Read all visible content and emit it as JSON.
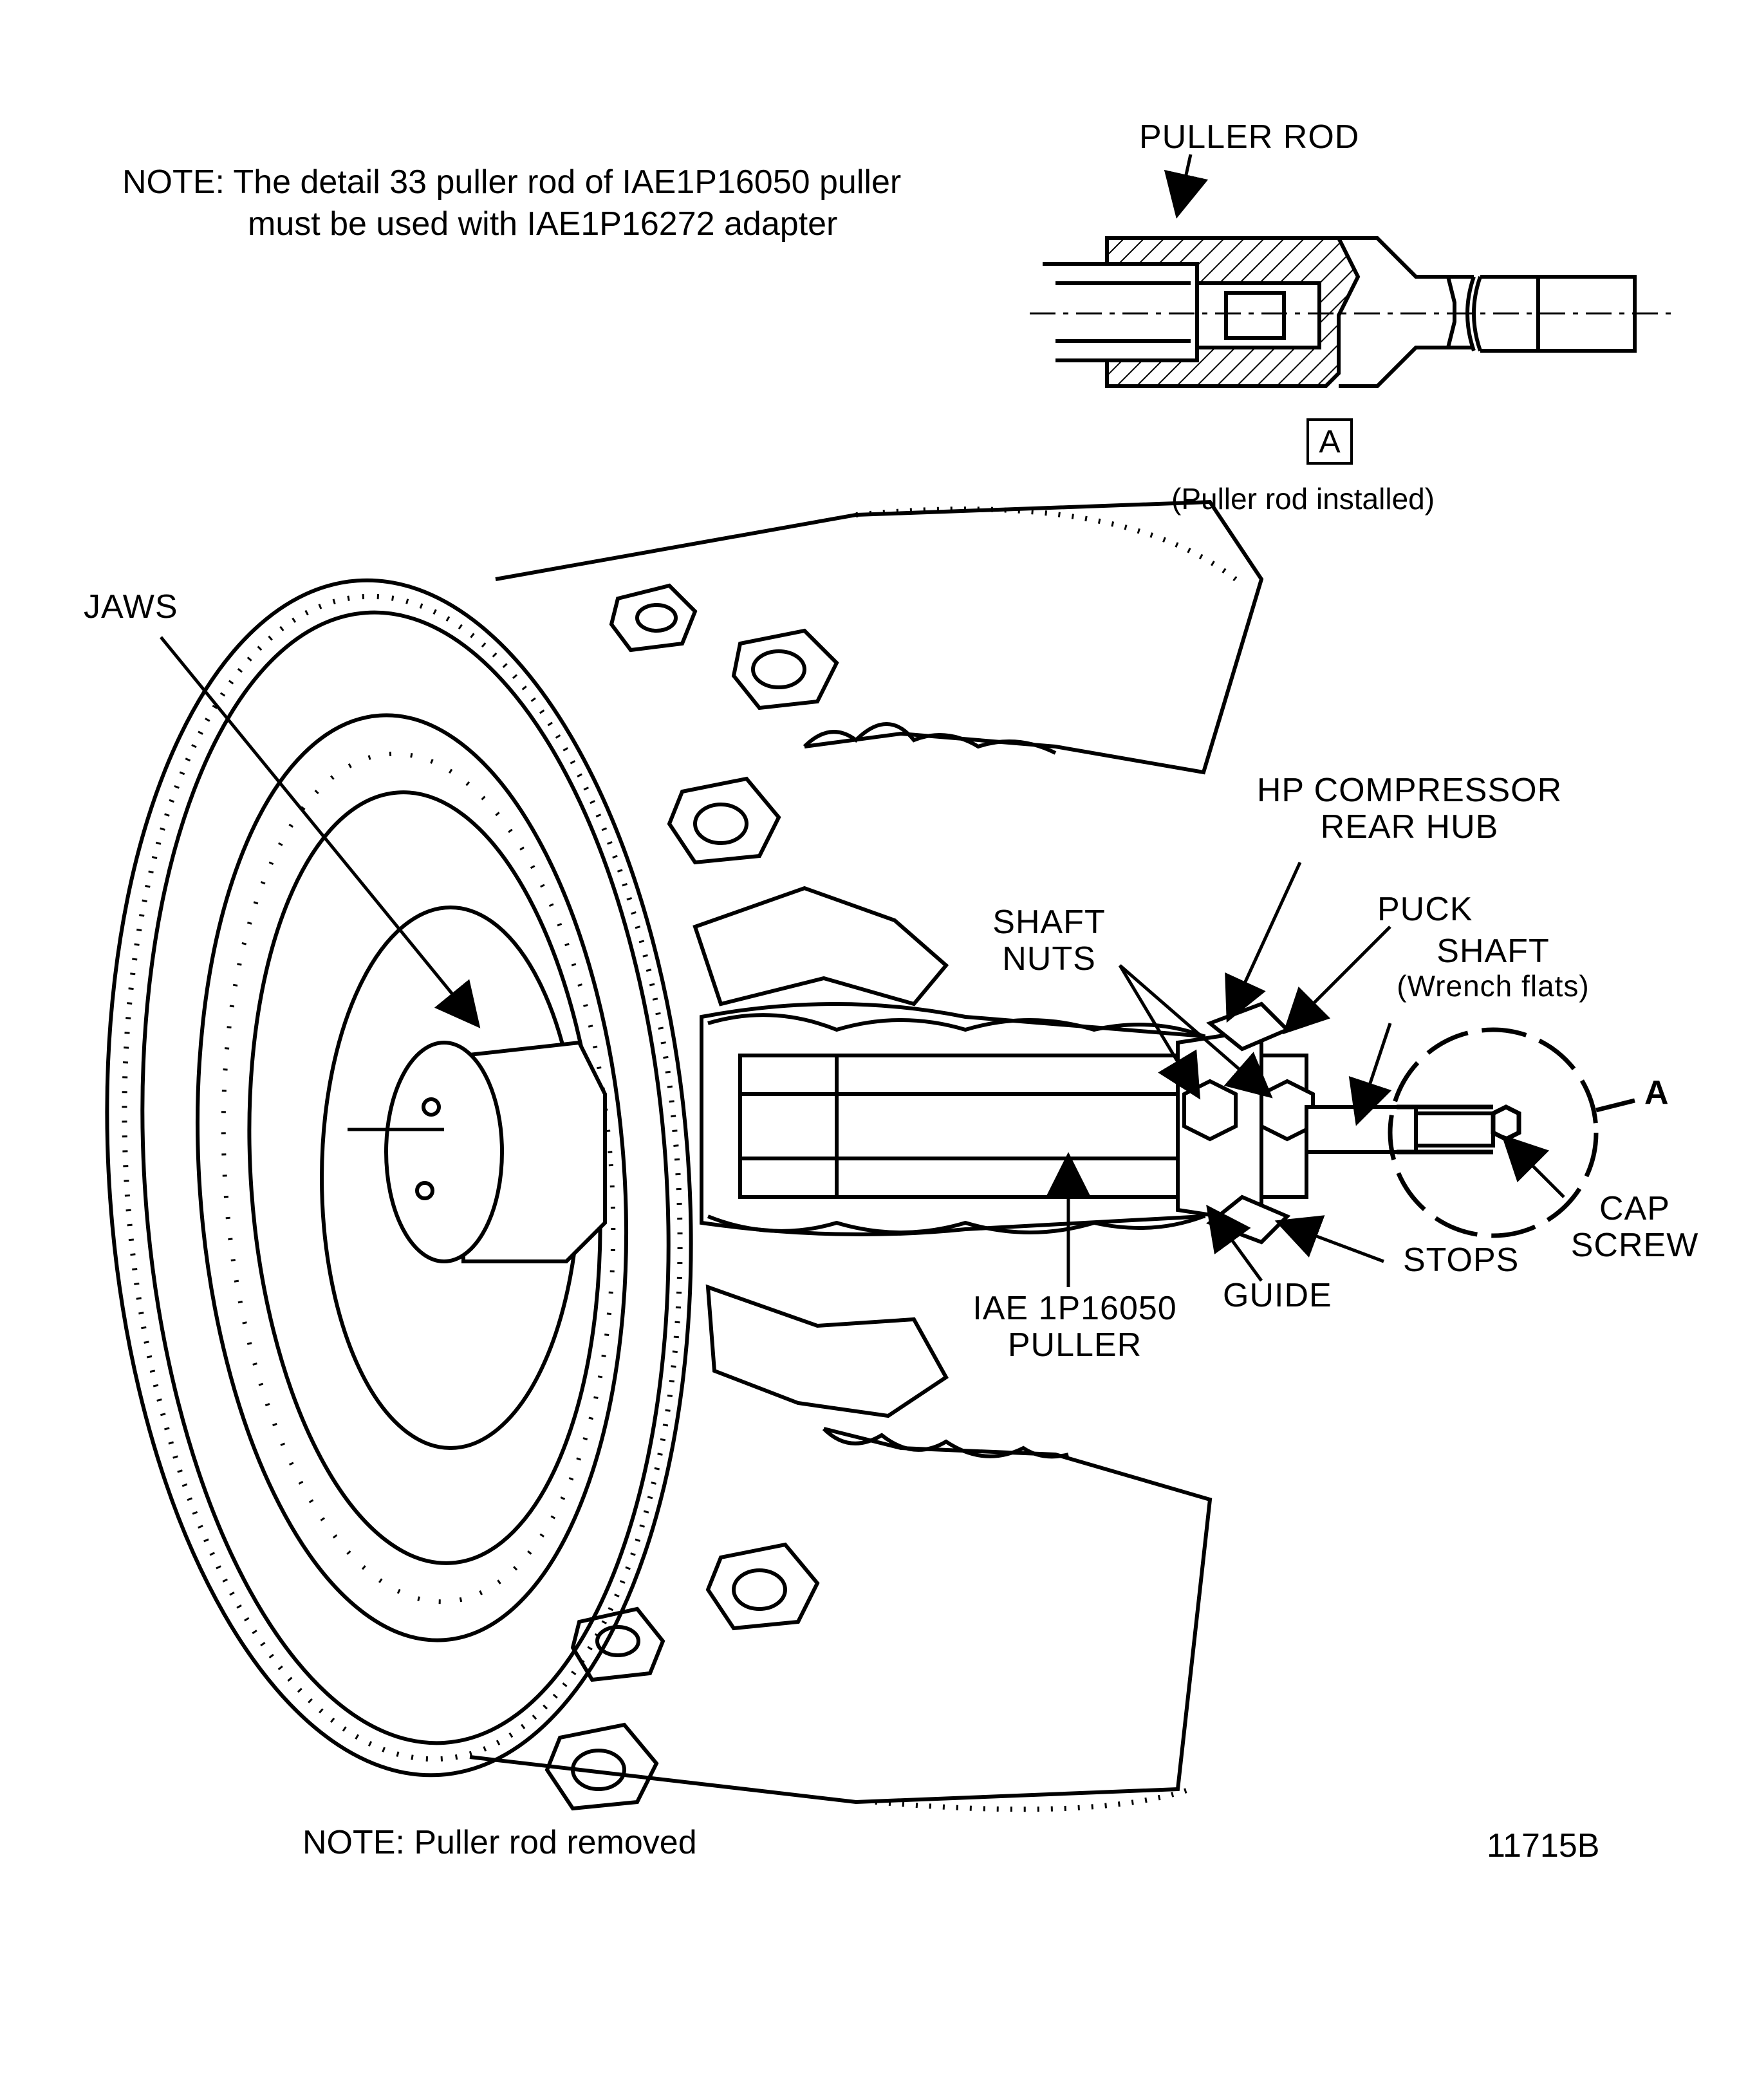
{
  "notes": {
    "top_line1": "NOTE: The detail 33 puller rod of IAE1P16050 puller",
    "top_line2": "must be used with IAE1P16272 adapter",
    "bottom": "NOTE:  Puller rod removed"
  },
  "detail": {
    "title": "PULLER ROD",
    "letter": "A",
    "caption": "(Puller rod installed)"
  },
  "callouts": {
    "jaws": "JAWS",
    "hp_line1": "HP COMPRESSOR",
    "hp_line2": "REAR HUB",
    "puck": "PUCK",
    "shaft_nuts_line1": "SHAFT",
    "shaft_nuts_line2": "NUTS",
    "shaft_line1": "SHAFT",
    "shaft_line2": "(Wrench flats)",
    "detail_ref": "A",
    "cap_screw_line1": "CAP",
    "cap_screw_line2": "SCREW",
    "stops": "STOPS",
    "guide": "GUIDE",
    "puller_line1": "IAE 1P16050",
    "puller_line2": "PULLER"
  },
  "figure_id": "11715B"
}
